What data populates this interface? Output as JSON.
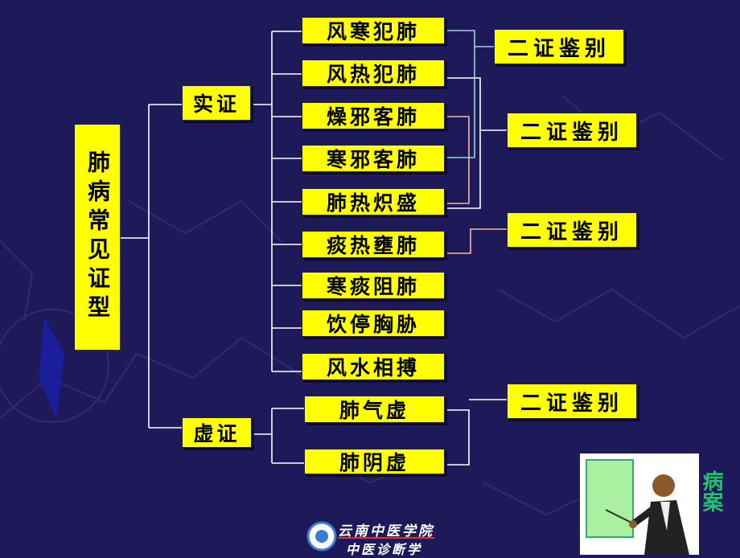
{
  "root": "肺病常见证型",
  "branches": {
    "shi": "实证",
    "xu": "虚证"
  },
  "shi_items": [
    "风寒犯肺",
    "风热犯肺",
    "燥邪客肺",
    "寒邪客肺",
    "肺热炽盛",
    "痰热壅肺",
    "寒痰阻肺",
    "饮停胸胁",
    "风水相搏"
  ],
  "xu_items": [
    "肺气虚",
    "肺阴虚"
  ],
  "compare": [
    "二证鉴别",
    "二证鉴别",
    "二证鉴别",
    "二证鉴别"
  ],
  "case_label": "病案",
  "logo": {
    "line1": "云南中医学院",
    "line2": "中医诊断学"
  },
  "colors": {
    "background": "#1e1a5a",
    "box": "#ffff00",
    "line": "#ffffff",
    "cyan_link": "#8fdcd0",
    "pink_link": "#f5b8a0",
    "case_label": "#22c070"
  }
}
